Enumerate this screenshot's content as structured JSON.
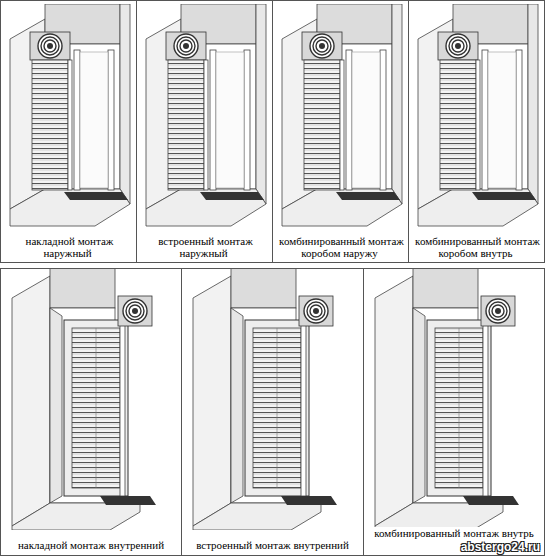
{
  "diagram": {
    "nodes": [
      {
        "text": [
          "накладной монтаж наружный"
        ]
      },
      {
        "text": [
          "встроенный монтаж наружный"
        ]
      },
      {
        "text": [
          "комбинированный монтаж коробом наружу"
        ]
      },
      {
        "text": [
          "комбинированный монтаж коробом внутрь"
        ]
      },
      {
        "text": [
          "накладной монтаж внутренний"
        ]
      },
      {
        "text": [
          "встроенный монтаж внутренний"
        ]
      },
      {
        "text": [
          "комбинированный монтаж внутрь"
        ]
      }
    ],
    "labels": [
      "abstergo24.ru"
    ]
  }
}
